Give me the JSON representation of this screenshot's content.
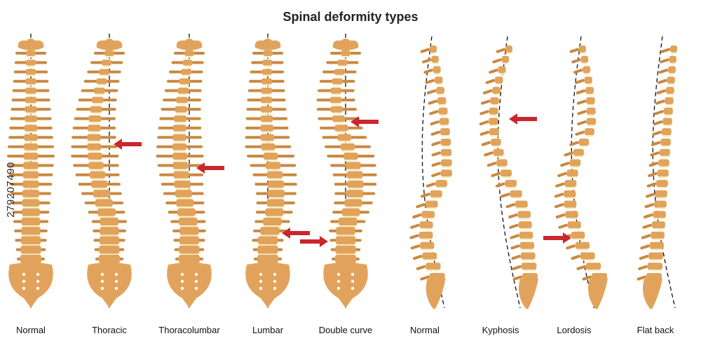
{
  "title": "Spinal deformity types",
  "stock_id": "279207490",
  "colors": {
    "bone": "#e1a35c",
    "bone_dark": "#c98940",
    "disc": "#f7efc3",
    "arrow": "#c9272d",
    "guide": "#111111"
  },
  "figures": [
    {
      "label": "Normal",
      "view": "frontal",
      "curve": "straight"
    },
    {
      "label": "Thoracic",
      "view": "frontal",
      "curve": "thoracic"
    },
    {
      "label": "Thoracolumbar",
      "view": "frontal",
      "curve": "thoracolumbar"
    },
    {
      "label": "Lumbar",
      "view": "frontal",
      "curve": "lumbar"
    },
    {
      "label": "Double curve",
      "view": "frontal",
      "curve": "double"
    },
    {
      "label": "Normal",
      "view": "lateral",
      "curve": "normal"
    },
    {
      "label": "Kyphosis",
      "view": "lateral",
      "curve": "kyphosis"
    },
    {
      "label": "Lordosis",
      "view": "lateral",
      "curve": "lordosis"
    },
    {
      "label": "Flat back",
      "view": "lateral",
      "curve": "flatback"
    }
  ]
}
